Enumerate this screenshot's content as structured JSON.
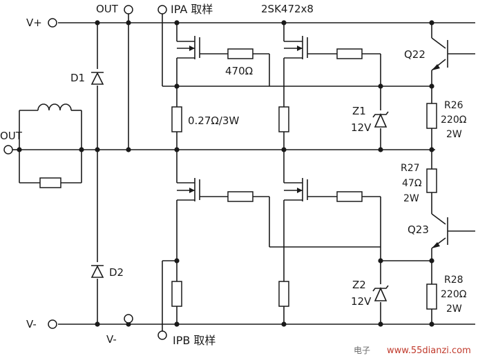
{
  "labels": {
    "v_plus": "V+",
    "v_minus": "V-",
    "v_minus_bottom": "V-",
    "out_top": "OUT",
    "out_left": "OUT",
    "ipa": "IPA 取样",
    "ipb": "IPB 取样",
    "mosfet_part": "2SK472x8",
    "d1": "D1",
    "d2": "D2",
    "r_gate": "470Ω",
    "r_sense": "0.27Ω/3W",
    "z1": "Z1",
    "z1_v": "12V",
    "z2": "Z2",
    "z2_v": "12V",
    "q22": "Q22",
    "q23": "Q23",
    "r26": "R26",
    "r26_val": "220Ω",
    "r26_w": "2W",
    "r27": "R27",
    "r27_val": "47Ω",
    "r27_w": "2W",
    "r28": "R28",
    "r28_val": "220Ω",
    "r28_w": "2W"
  },
  "watermark": {
    "left": "电子",
    "site": "www.55dianzi.com"
  },
  "colors": {
    "ink": "#1a1a1a",
    "background": "#ffffff",
    "watermark_red": "#c0392b"
  }
}
